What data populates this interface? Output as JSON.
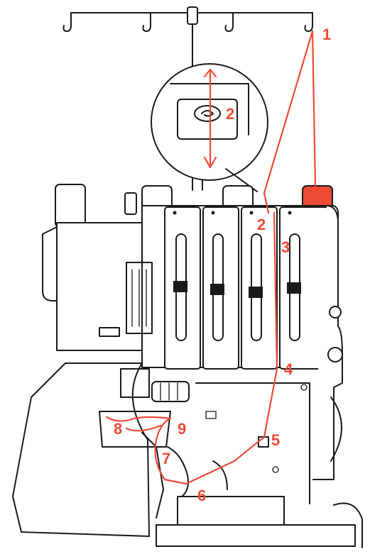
{
  "diagram": {
    "thread_color": "#ee4b36",
    "ink_color": "#1a1a1a",
    "background": "#ffffff",
    "step_labels": [
      "1",
      "2",
      "2",
      "3",
      "4",
      "5",
      "6",
      "7",
      "8",
      "9"
    ]
  }
}
